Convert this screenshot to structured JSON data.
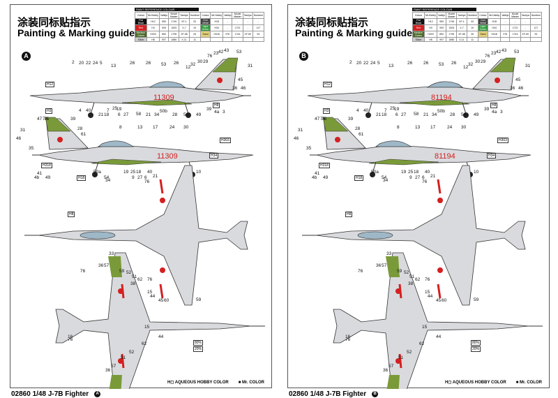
{
  "colors": {
    "camo_green": "#7a9a3a",
    "silver": "#d9dadd",
    "red": "#d42020",
    "radome": "#9fb8c8"
  },
  "panels": [
    {
      "id": "A",
      "serial": "11309"
    },
    {
      "id": "B",
      "serial": "81194"
    }
  ],
  "common": {
    "title_cn": "涂装同标贴指示",
    "title_en": "Painting & Marking guide",
    "paint_table_title": "PAINT REFERENCE COLOUR",
    "paint_table_headers": [
      "Colour",
      "Mr.Hobby",
      "Vallejo",
      "Model Master",
      "Tamiya",
      "Humbrol",
      "Colour",
      "Mr.Hobby",
      "Vallejo",
      "Model Master",
      "Tamiya",
      "Humbrol"
    ],
    "paint_table_rows": [
      [
        "Flat Black",
        "H12",
        "950",
        "1749",
        "XF-1",
        "33",
        "Gun Metal",
        "H18",
        "-",
        "-",
        "-",
        "-"
      ],
      [
        "Red",
        "H3",
        "909",
        "1503",
        "X-7",
        "19",
        "Light Green",
        "H34",
        "-",
        "1722",
        "-",
        "117"
      ],
      [
        "Medium Green",
        "H303",
        "850",
        "1795",
        "XF-58",
        "26",
        "Sand",
        "H318",
        "976",
        "1744",
        "XF-59",
        "94"
      ],
      [
        "Silver",
        "H8",
        "997",
        "1880",
        "X-11",
        "11",
        "",
        "",
        "",
        "",
        "",
        ""
      ]
    ],
    "callouts_side1": [
      "2",
      "20",
      "22",
      "24",
      "5",
      "13",
      "26",
      "26",
      "53",
      "26",
      "12",
      "32",
      "30",
      "29",
      "76",
      "23",
      "42",
      "43",
      "53",
      "31",
      "45",
      "46",
      "36",
      "4",
      "40",
      "7",
      "25",
      "19",
      "21",
      "18",
      "6",
      "27",
      "58",
      "21",
      "34",
      "50b",
      "28",
      "54",
      "49",
      "39",
      "4a",
      "3",
      "47"
    ],
    "callouts_side2": [
      "31",
      "76",
      "28",
      "61",
      "8",
      "13",
      "17",
      "24",
      "30",
      "46",
      "35",
      "41",
      "49",
      "4b",
      "50a",
      "54",
      "34",
      "19",
      "25",
      "18",
      "40",
      "21",
      "9",
      "27",
      "6",
      "10",
      "76",
      "39"
    ],
    "callouts_top": [
      "76",
      "33"
    ],
    "callouts_bottom": [
      "76",
      "36",
      "57",
      "59",
      "52",
      "51",
      "62",
      "38",
      "76",
      "15",
      "44",
      "45",
      "60",
      "59",
      "16",
      "44",
      "62",
      "52",
      "51",
      "36",
      "57",
      "76",
      "15"
    ],
    "hcodes": [
      "H12",
      "H3",
      "H8",
      "H303",
      "H34",
      "H318",
      "H18",
      "H8"
    ],
    "percent_labels": [
      "80%",
      "20%"
    ],
    "legend_hobby": "H◻ AQUEOUS HOBBY COLOR",
    "legend_mr": "■ Mr. COLOR",
    "footer": "02860 1/48  J-7B Fighter"
  }
}
